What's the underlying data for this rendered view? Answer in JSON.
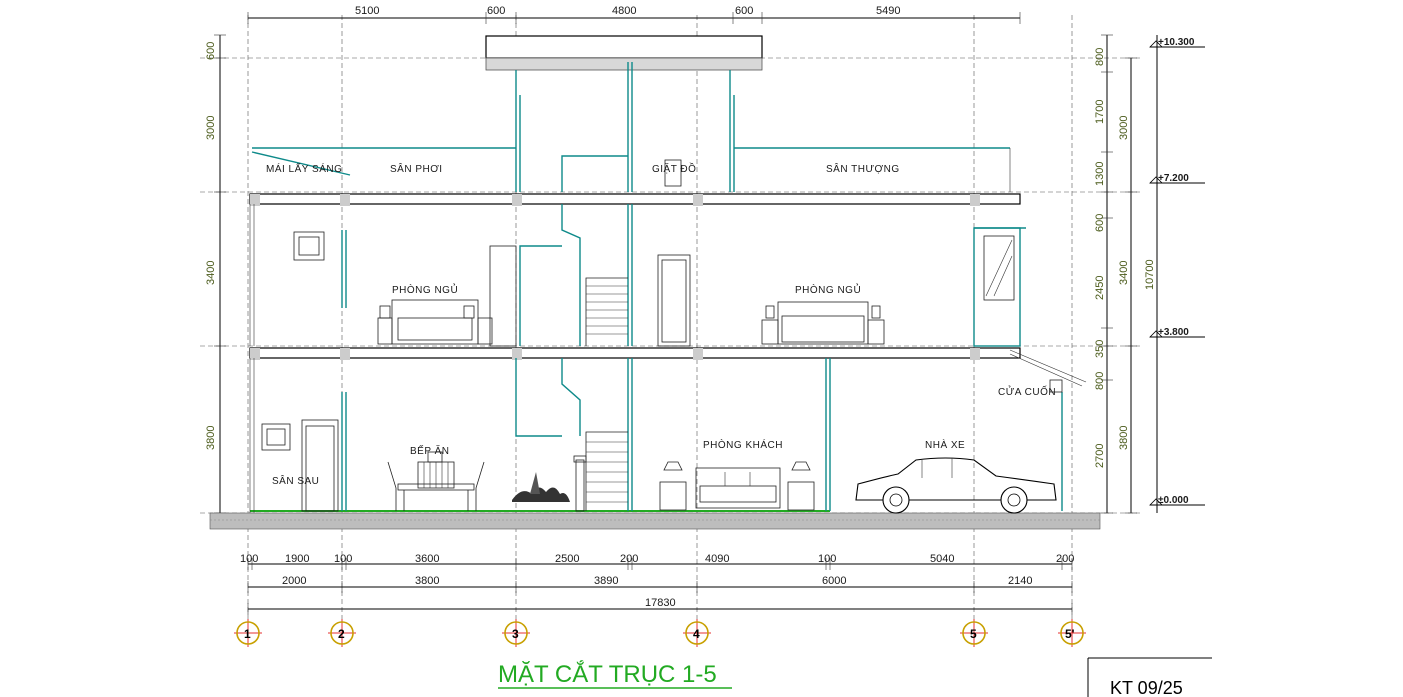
{
  "title": "MẶT CẮT TRỤC 1-5",
  "sheet": "KT 09/25",
  "top_dims": [
    "5100",
    "600",
    "4800",
    "600",
    "5490"
  ],
  "left_dims": [
    "600",
    "3000",
    "3400",
    "3800"
  ],
  "right_dims_inner": [
    "800",
    "1700",
    "1300",
    "600",
    "2450",
    "350",
    "800",
    "2700"
  ],
  "right_dims_mid": [
    "3000",
    "3400",
    "3800"
  ],
  "right_dim_total": "10700",
  "levels": [
    "+10.300",
    "+7.200",
    "+3.800",
    "±0.000"
  ],
  "bottom_dims_1": [
    "100",
    "1900",
    "100",
    "3600",
    "2500",
    "200",
    "4090",
    "100",
    "5040",
    "200"
  ],
  "bottom_dims_2": [
    "2000",
    "3800",
    "3890",
    "6000",
    "2140"
  ],
  "bottom_total": "17830",
  "axes": [
    "1",
    "2",
    "3",
    "4",
    "5",
    "5'"
  ],
  "rooms": {
    "mai_lay_sang": "MÁI LẤY SÁNG",
    "san_phoi": "SÂN PHƠI",
    "giat_do": "GIẶT ĐỒ",
    "san_thuong": "SÂN THƯỢNG",
    "phong_ngu_1": "PHÒNG NGỦ",
    "phong_ngu_2": "PHÒNG NGỦ",
    "cua_cuon": "CỬA CUỐN",
    "bep_an": "BẾP ĂN",
    "phong_khach": "PHÒNG KHÁCH",
    "nha_xe": "NHÀ XE",
    "san_sau": "SÂN SAU"
  },
  "colors": {
    "title": "#22aa22",
    "structure": "#0e8a8a"
  }
}
